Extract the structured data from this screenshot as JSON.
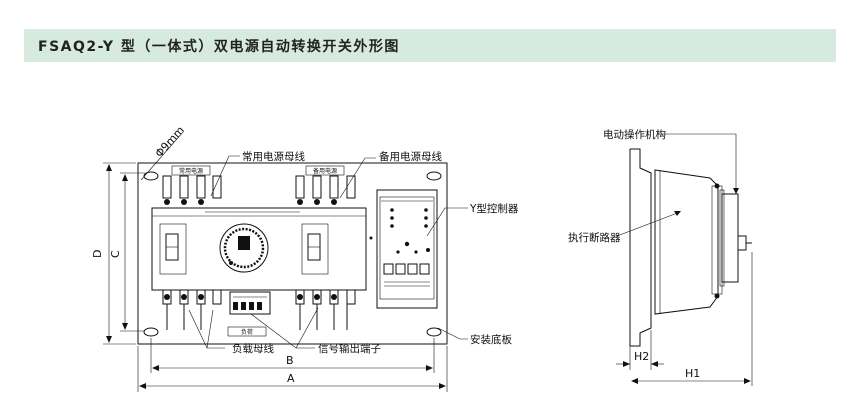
{
  "title": "FSAQ2-Y 型（一体式）双电源自动转换开关外形图",
  "colors": {
    "title_band": "#d7eadf",
    "line": "#111111"
  },
  "front_view": {
    "top_label_left": "常用电源",
    "top_label_right": "备用电源",
    "bottom_label": "负荷",
    "panel_caption": "Y型控制器",
    "diameter": "Φ9mm",
    "callouts": {
      "main_bus": "常用电源母线",
      "backup_bus": "备用电源母线",
      "controller": "Y型控制器",
      "load_bus": "负载母线",
      "signal_terminal": "信号输出端子",
      "base_plate": "安装底板"
    },
    "dims": {
      "A": "A",
      "B": "B",
      "C": "C",
      "D": "D"
    }
  },
  "side_view": {
    "callouts": {
      "operator": "电动操作机构",
      "breaker": "执行断路器"
    },
    "dims": {
      "H1": "H1",
      "H2": "H2"
    }
  }
}
